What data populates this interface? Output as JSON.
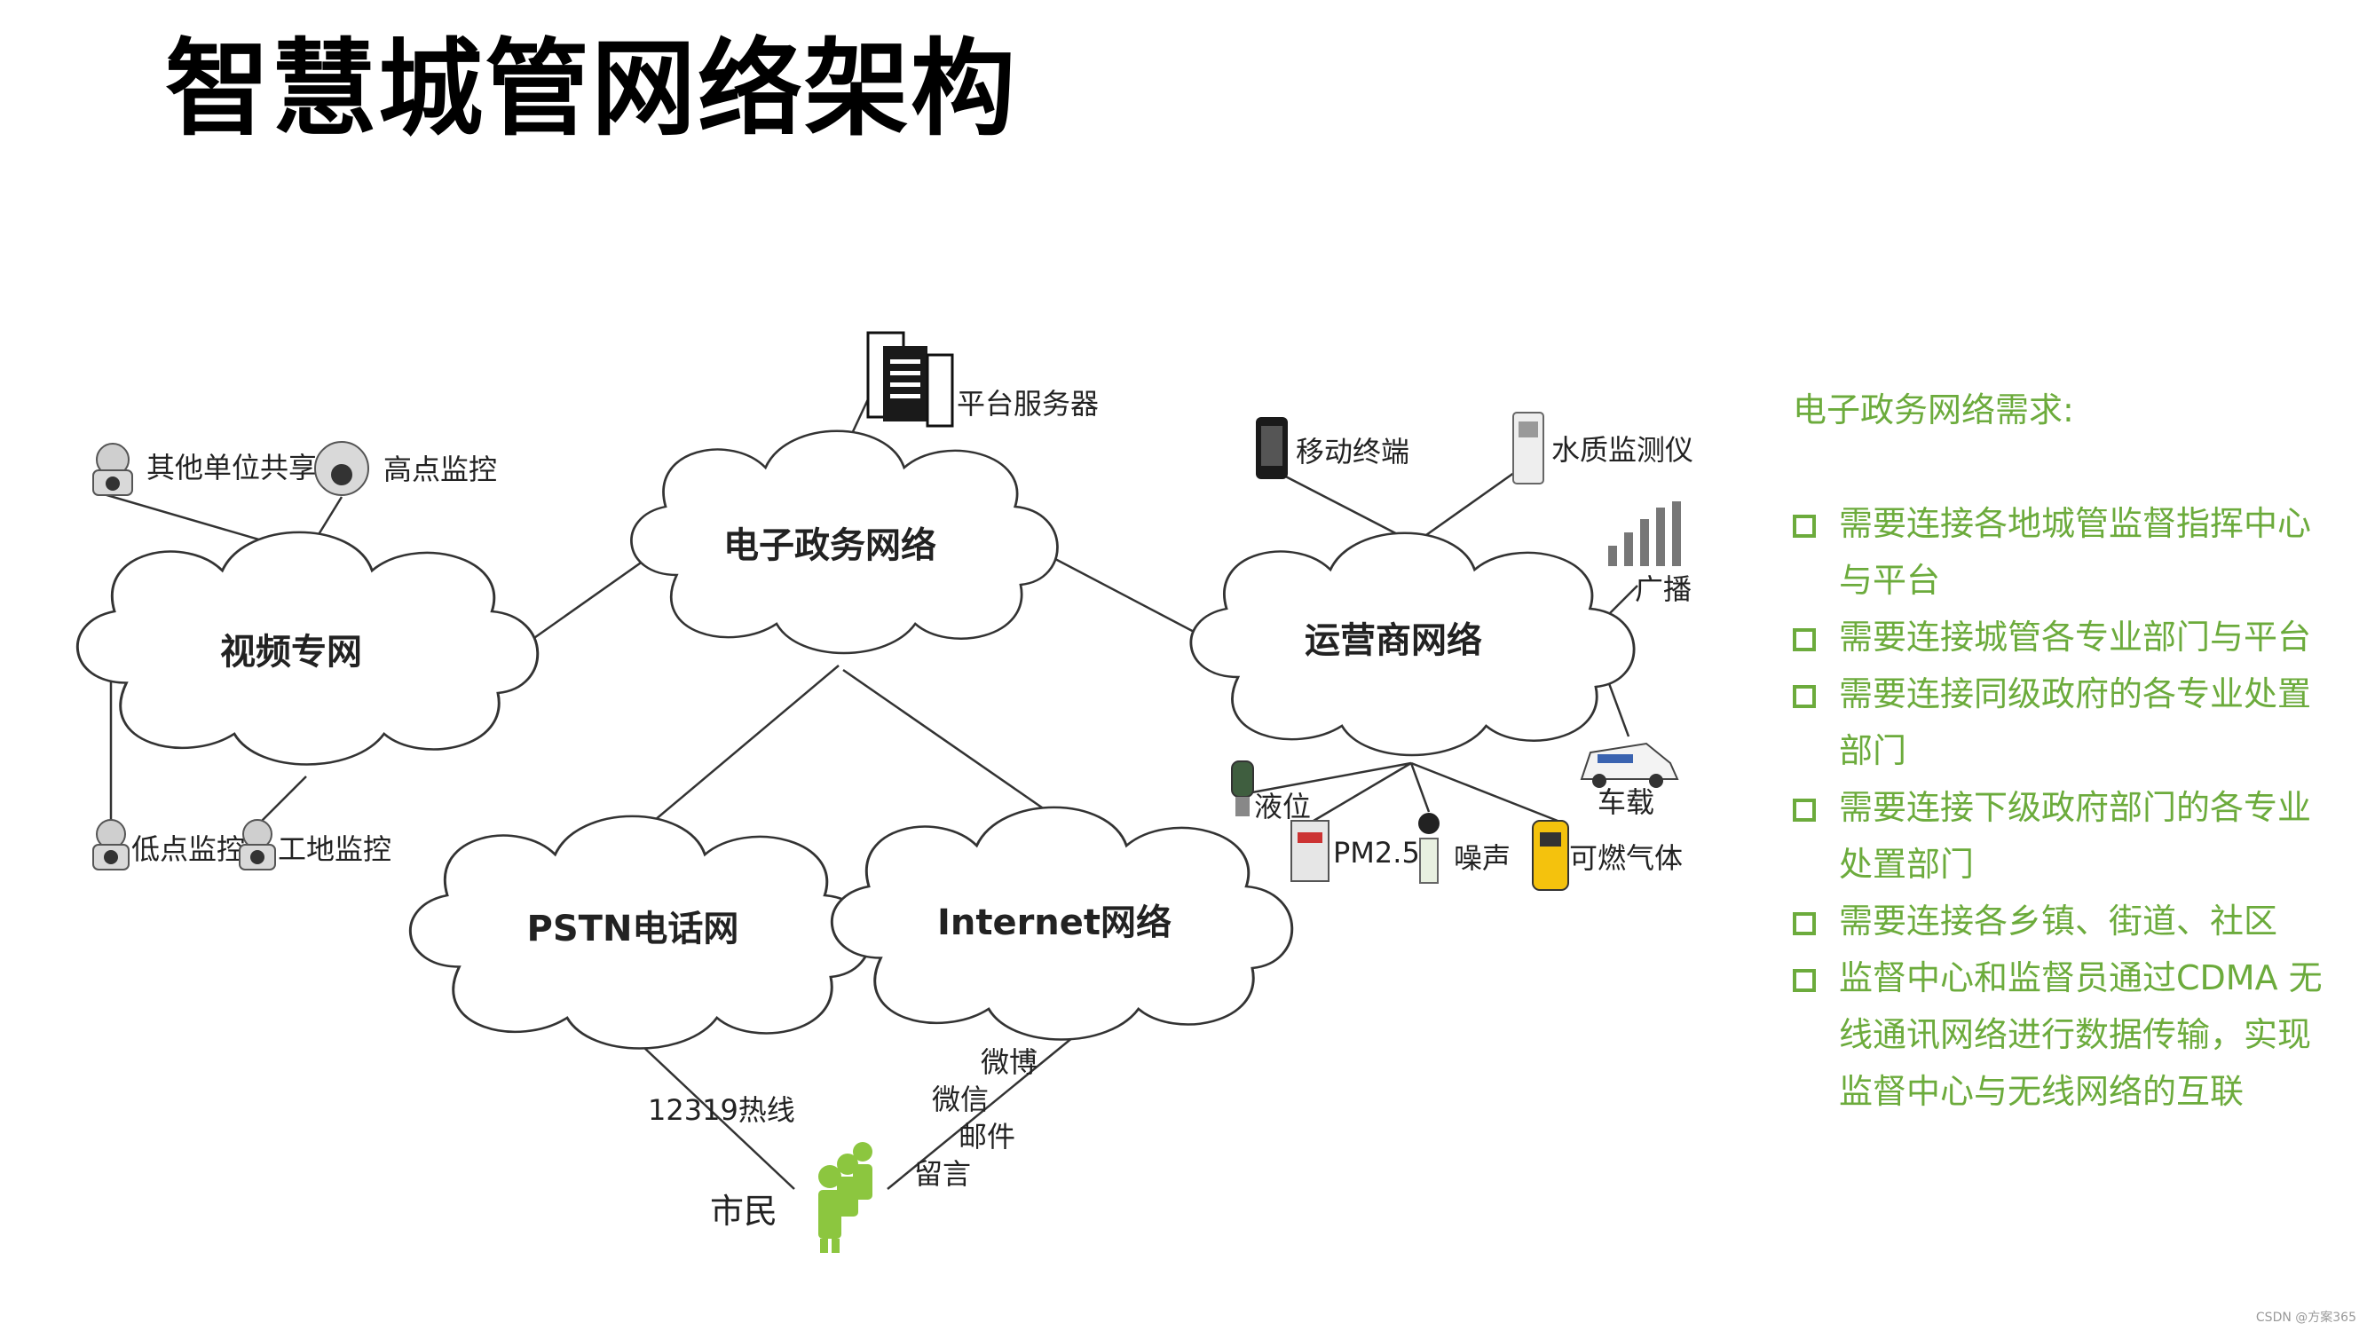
{
  "title": "智慧城管网络架构",
  "clouds": {
    "egov": "电子政务网络",
    "video": "视频专网",
    "operator": "运营商网络",
    "pstn": "PSTN电话网",
    "internet": "Internet网络"
  },
  "devices": {
    "server": "平台服务器",
    "other_share": "其他单位共享",
    "high_monitor": "高点监控",
    "low_monitor": "低点监控",
    "site_monitor": "工地监控",
    "mobile": "移动终端",
    "water": "水质监测仪",
    "broadcast": "广播",
    "vehicle": "车载",
    "level": "液位",
    "pm25": "PM2.5",
    "noise": "噪声",
    "gas": "可燃气体"
  },
  "links": {
    "hotline": "12319热线",
    "weibo": "微博",
    "wechat": "微信",
    "mail": "邮件",
    "message": "留言"
  },
  "citizen": "市民",
  "requirements": {
    "heading": "电子政务网络需求:",
    "items": [
      "需要连接各地城管监督指挥中心与平台",
      "需要连接城管各专业部门与平台",
      "需要连接同级政府的各专业处置部门",
      "需要连接下级政府部门的各专业处置部门",
      "需要连接各乡镇、街道、社区",
      "监督中心和监督员通过CDMA 无线通讯网络进行数据传输，实现监督中心与无线网络的互联"
    ]
  },
  "watermark": "CSDN @方案365",
  "colors": {
    "accent": "#6cab3c",
    "person": "#8cc63f"
  }
}
